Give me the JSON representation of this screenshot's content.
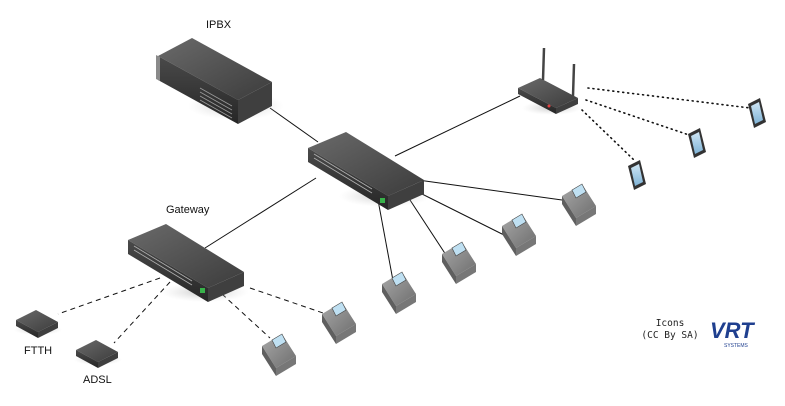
{
  "labels": {
    "ipbx": "IPBX",
    "gateway": "Gateway",
    "ftth": "FTTH",
    "adsl": "ADSL"
  },
  "credit": {
    "line1": "Icons",
    "line2": "(CC By SA)"
  },
  "logo": {
    "text": "VRT",
    "subtext": "SYSTEMS"
  },
  "colors": {
    "device_dark": "#3a3a3a",
    "device_mid": "#5a5a5a",
    "phone_body": "#8c8c8c",
    "screen": "#bfe0f2",
    "logo_blue": "#1f3f8f",
    "led_green": "#38b24a"
  }
}
